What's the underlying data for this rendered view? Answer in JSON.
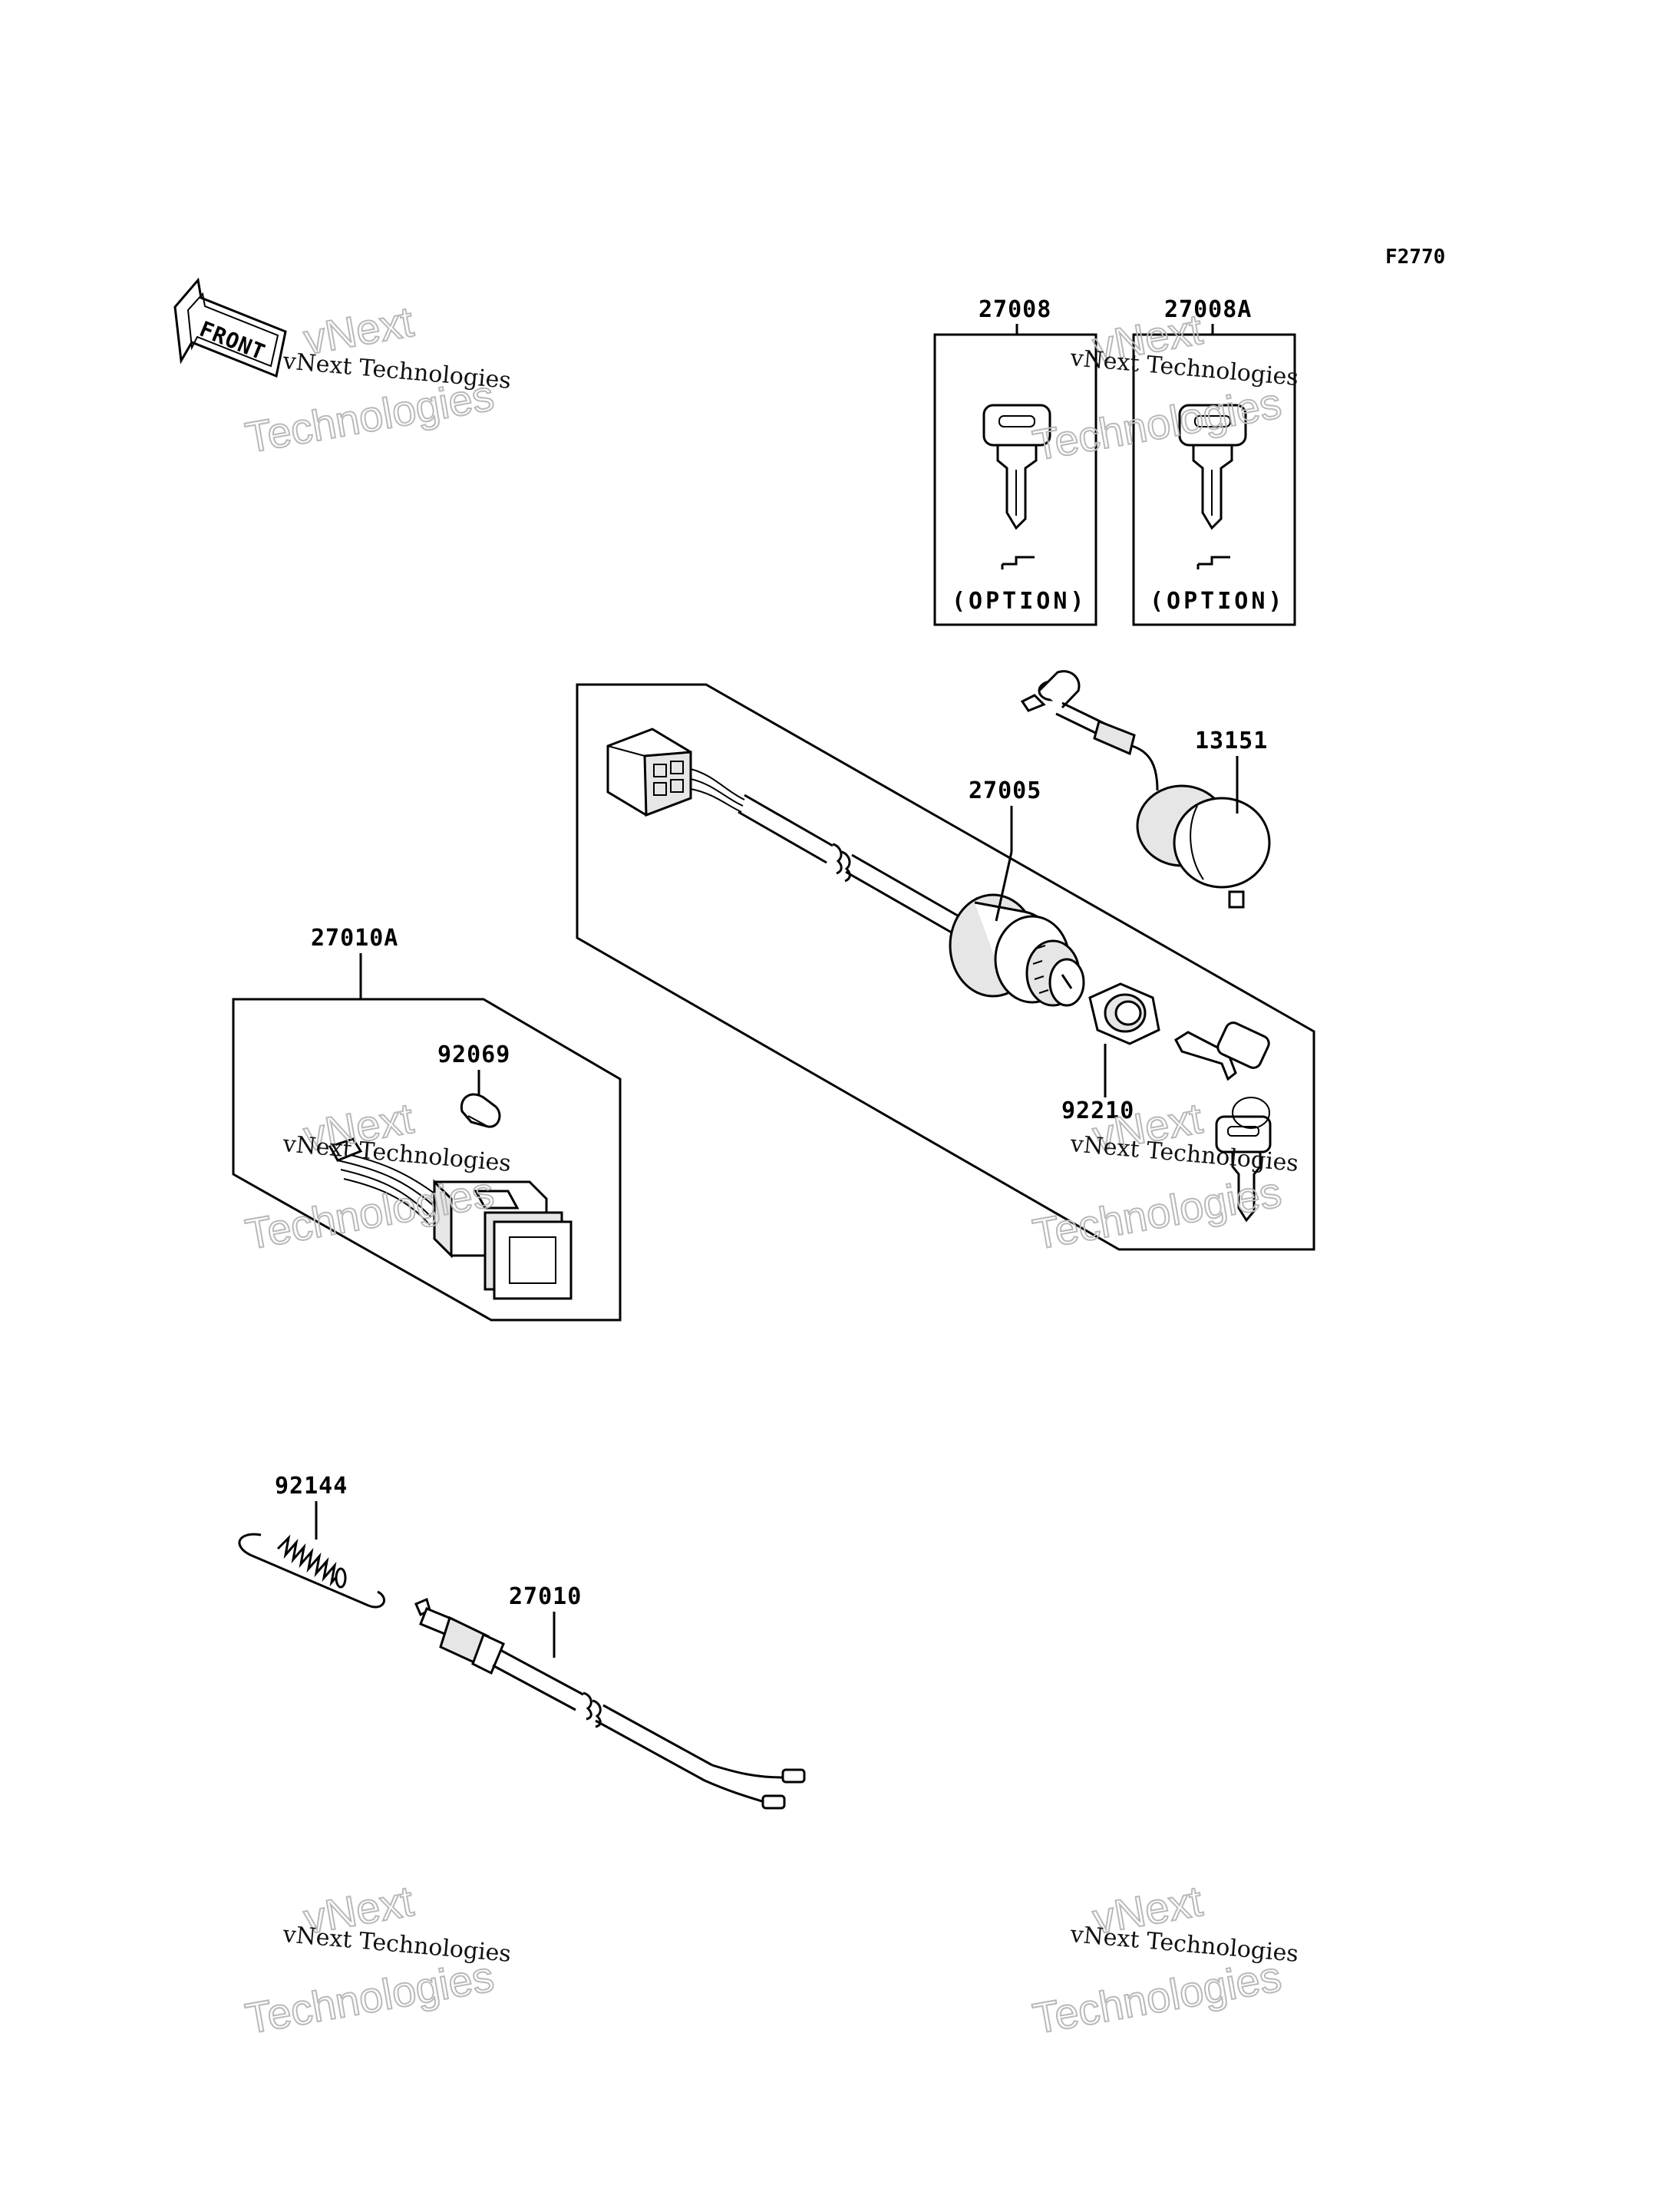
{
  "figure_code": "F2770",
  "front_label": "FRONT",
  "option_label": "(OPTION)",
  "watermark": {
    "line1": "vNext Technologies",
    "line2": "vNext",
    "line3": "Technologies"
  },
  "parts": {
    "key_27008": "27008",
    "key_27008A": "27008A",
    "switch_13151": "13151",
    "ignition_27005": "27005",
    "switch_27010A": "27010A",
    "bulb_92069": "92069",
    "nut_92210": "92210",
    "spring_92144": "92144",
    "switch_27010": "27010"
  }
}
